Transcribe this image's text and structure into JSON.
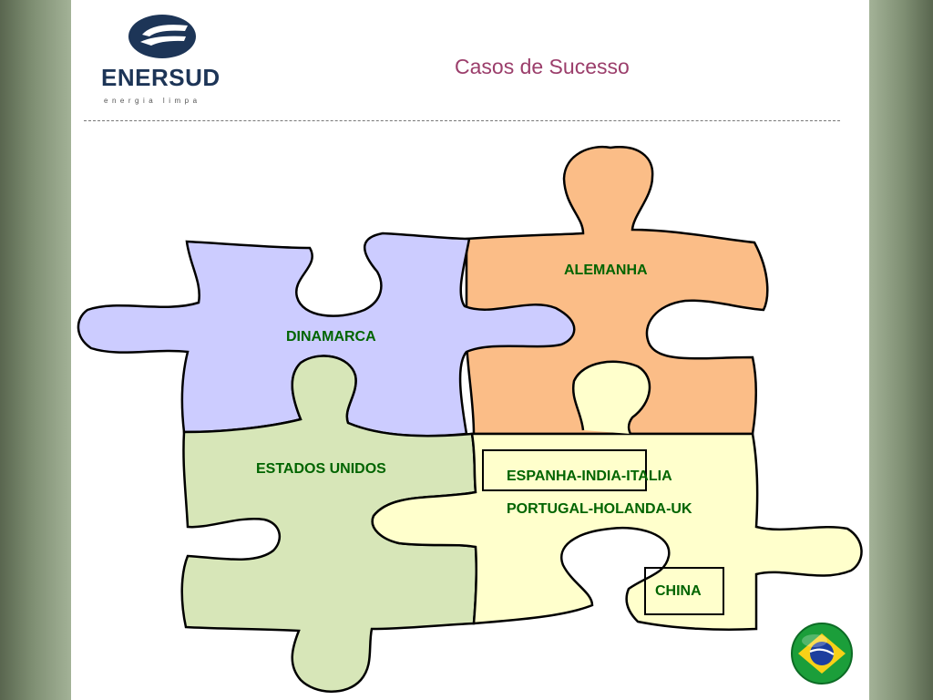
{
  "header": {
    "logo_name": "ENERSUD",
    "logo_tagline": "energia limpa",
    "title": "Casos de Sucesso"
  },
  "puzzle": {
    "pieces": [
      {
        "label": "DINAMARCA",
        "color": "#ccccff"
      },
      {
        "label": "ALEMANHA",
        "color": "#fbbd87"
      },
      {
        "label": "ESTADOS UNIDOS",
        "color": "#d7e6b8"
      },
      {
        "label": "ESPANHA-INDIA-ITALIA",
        "label2": "PORTUGAL-HOLANDA-UK",
        "color": "#ffffcc"
      }
    ],
    "boxed_label": "CHINA",
    "label_color": "#006400"
  },
  "icons": {
    "logo": "enersud-swoosh-icon",
    "flag": "brazil-flag-icon"
  },
  "colors": {
    "title": "#9b3e6b",
    "logo_blue": "#1d3557",
    "frame_green": "#7e8e72"
  }
}
